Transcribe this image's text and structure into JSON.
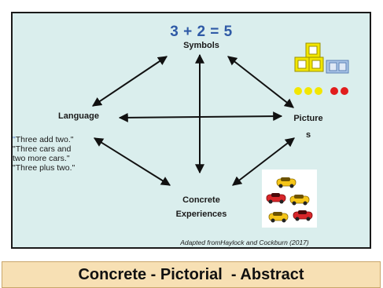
{
  "equation": "3 + 2 = 5",
  "nodes": {
    "symbols": "Symbols",
    "language": "Language",
    "pictures": "Picture\ns",
    "concrete": "Concrete\nExperiences"
  },
  "quotes": [
    "\"Three add two.\"",
    "\"Three cars and",
    "two more cars.\"",
    "\"Three plus two.\""
  ],
  "credit": "Adapted fromHaylock and Cockburn (2017)",
  "banner": "Concrete - Pictorial  - Abstract",
  "colors": {
    "panel_bg": "#daeeed",
    "equation": "#2f5aa6",
    "yellow_block": "#f2e600",
    "blue_block": "#a9c4e6",
    "yellow_dot": "#f2e600",
    "red_dot": "#e11d1d",
    "banner_bg": "#f7e0b4"
  }
}
